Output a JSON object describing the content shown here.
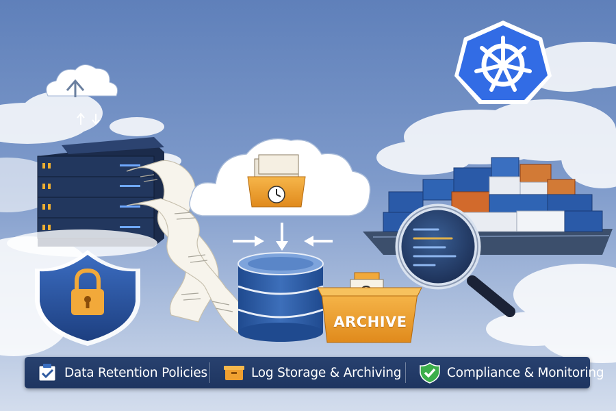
{
  "archive_label": "ARCHIVE",
  "banner": {
    "items": [
      {
        "label": "Data Retention Policies",
        "icon": "clipboard-check-icon"
      },
      {
        "label": "Log Storage & Archiving",
        "icon": "archive-box-icon"
      },
      {
        "label": "Compliance & Monitoring",
        "icon": "shield-check-icon"
      }
    ]
  },
  "colors": {
    "sky_top": "#6f8fc4",
    "sky_bottom": "#cfdaea",
    "banner": "#223a66",
    "kubernetes_blue": "#326ce5",
    "archive_orange": "#f0a030",
    "database_blue": "#2f5aa0",
    "shield_blue": "#2d5aa8",
    "check_green": "#3cae4a"
  }
}
